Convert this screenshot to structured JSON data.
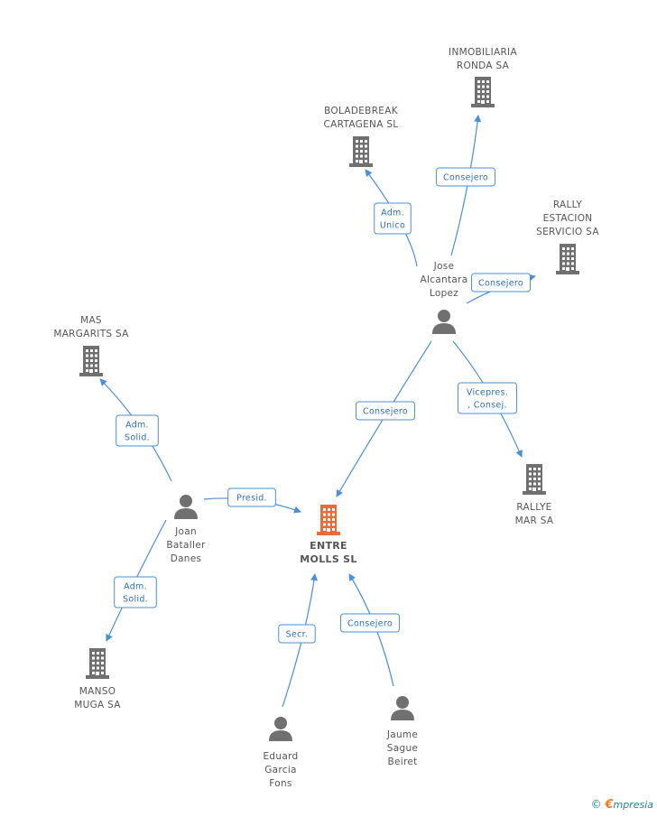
{
  "colors": {
    "edge": "#4a8fd8",
    "company": "#707070",
    "main_company": "#f06a35",
    "person": "#707070"
  },
  "nodes": [
    {
      "id": "entre",
      "kind": "company-main",
      "label": [
        "ENTRE",
        "MOLLS SL"
      ]
    },
    {
      "id": "inmobiliaria",
      "kind": "company",
      "label": [
        "INMOBILIARIA",
        "RONDA SA"
      ]
    },
    {
      "id": "boladebreak",
      "kind": "company",
      "label": [
        "BOLADEBREAK",
        "CARTAGENA SL"
      ]
    },
    {
      "id": "rally",
      "kind": "company",
      "label": [
        "RALLY",
        "ESTACION",
        "SERVICIO SA"
      ]
    },
    {
      "id": "mas",
      "kind": "company",
      "label": [
        "MAS",
        "MARGARITS SA"
      ]
    },
    {
      "id": "rallye",
      "kind": "company",
      "label": [
        "RALLYE",
        "MAR SA"
      ]
    },
    {
      "id": "manso",
      "kind": "company",
      "label": [
        "MANSO",
        "MUGA SA"
      ]
    },
    {
      "id": "jose",
      "kind": "person",
      "label": [
        "Jose",
        "Alcantara",
        "Lopez"
      ]
    },
    {
      "id": "joan",
      "kind": "person",
      "label": [
        "Joan",
        "Bataller",
        "Danes"
      ]
    },
    {
      "id": "eduard",
      "kind": "person",
      "label": [
        "Eduard",
        "Garcia",
        "Fons"
      ]
    },
    {
      "id": "jaume",
      "kind": "person",
      "label": [
        "Jaume",
        "Sague",
        "Beiret"
      ]
    }
  ],
  "edges": [
    {
      "from": "jose",
      "to": "inmobiliaria",
      "label": [
        "Consejero"
      ]
    },
    {
      "from": "jose",
      "to": "boladebreak",
      "label": [
        "Adm.",
        "Unico"
      ]
    },
    {
      "from": "jose",
      "to": "rally",
      "label": [
        "Consejero"
      ]
    },
    {
      "from": "jose",
      "to": "entre",
      "label": [
        "Consejero"
      ]
    },
    {
      "from": "jose",
      "to": "rallye",
      "label": [
        "Vicepres.",
        ", Consej."
      ]
    },
    {
      "from": "joan",
      "to": "mas",
      "label": [
        "Adm.",
        "Solid."
      ]
    },
    {
      "from": "joan",
      "to": "entre",
      "label": [
        "Presid."
      ]
    },
    {
      "from": "joan",
      "to": "manso",
      "label": [
        "Adm.",
        "Solid."
      ]
    },
    {
      "from": "eduard",
      "to": "entre",
      "label": [
        "Secr."
      ]
    },
    {
      "from": "jaume",
      "to": "entre",
      "label": [
        "Consejero"
      ]
    }
  ],
  "footer": {
    "copyright": "©",
    "brand_initial": "€",
    "brand_rest": "mpresia"
  }
}
